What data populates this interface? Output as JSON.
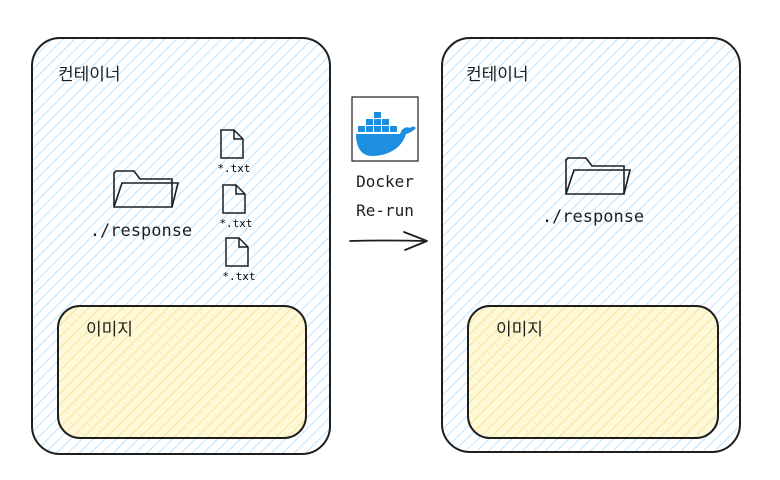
{
  "left_container": {
    "title": "컨테이너",
    "folder_label": "./response",
    "files": [
      "*.txt",
      "*.txt",
      "*.txt"
    ],
    "image_box": {
      "title": "이미지"
    }
  },
  "right_container": {
    "title": "컨테이너",
    "folder_label": "./response",
    "image_box": {
      "title": "이미지"
    }
  },
  "transition": {
    "icon": "docker-whale-icon",
    "line1": "Docker",
    "line2": "Re-run"
  },
  "colors": {
    "container_hatch": "#a5d8ff",
    "image_fill": "#fff3bf",
    "image_hatch": "#f2e3a0",
    "stroke": "#1e1e1e",
    "docker_blue": "#1d8fe1"
  }
}
